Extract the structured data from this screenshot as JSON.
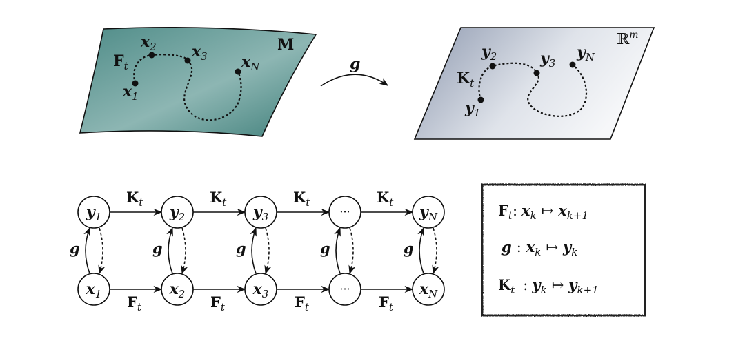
{
  "manifold": {
    "label": "M",
    "fill_color": "#5f9b96",
    "curve_label": {
      "main": "F",
      "sub": "t"
    },
    "points": [
      {
        "main": "x",
        "sub": "1"
      },
      {
        "main": "x",
        "sub": "2"
      },
      {
        "main": "x",
        "sub": "3"
      },
      {
        "main": "x",
        "sub": "N"
      }
    ]
  },
  "mapping": {
    "label": "g"
  },
  "plane": {
    "label": {
      "main": "ℝ",
      "sup": "m"
    },
    "fill_color": "#9aa4b6",
    "curve_label": {
      "main": "K",
      "sub": "t"
    },
    "points": [
      {
        "main": "y",
        "sub": "1"
      },
      {
        "main": "y",
        "sub": "2"
      },
      {
        "main": "y",
        "sub": "3"
      },
      {
        "main": "y",
        "sub": "N"
      }
    ]
  },
  "chain": {
    "top_nodes": [
      {
        "main": "y",
        "sub": "1"
      },
      {
        "main": "y",
        "sub": "2"
      },
      {
        "main": "y",
        "sub": "3"
      },
      {
        "main": "···",
        "sub": ""
      },
      {
        "main": "y",
        "sub": "N"
      }
    ],
    "bottom_nodes": [
      {
        "main": "x",
        "sub": "1"
      },
      {
        "main": "x",
        "sub": "2"
      },
      {
        "main": "x",
        "sub": "3"
      },
      {
        "main": "···",
        "sub": ""
      },
      {
        "main": "x",
        "sub": "N"
      }
    ],
    "top_edge_label": {
      "main": "K",
      "sub": "t"
    },
    "bottom_edge_label": {
      "main": "F",
      "sub": "t"
    },
    "vertical_label": "g"
  },
  "legend": [
    {
      "op": "F",
      "op_sub": "t",
      "sep": ":",
      "from": "x",
      "from_sub": "k",
      "arrow": "↦",
      "to": "x",
      "to_sub": "k+1"
    },
    {
      "op": "g",
      "op_sub": "",
      "sep": ":",
      "from": "x",
      "from_sub": "k",
      "arrow": "↦",
      "to": "y",
      "to_sub": "k"
    },
    {
      "op": "K",
      "op_sub": "t",
      "sep": ":",
      "from": "y",
      "from_sub": "k",
      "arrow": "↦",
      "to": "y",
      "to_sub": "k+1"
    }
  ]
}
